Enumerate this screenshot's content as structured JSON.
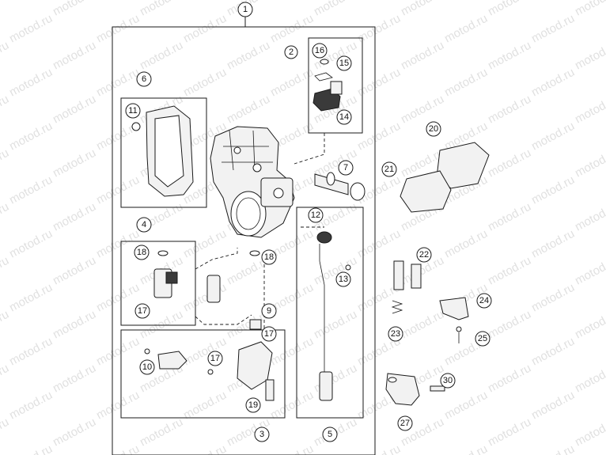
{
  "watermark": "motod.ru",
  "callouts": [
    "1",
    "2",
    "16",
    "15",
    "14",
    "6",
    "11",
    "7",
    "20",
    "21",
    "12",
    "4",
    "18",
    "18",
    "22",
    "13",
    "17",
    "9",
    "17",
    "24",
    "23",
    "25",
    "10",
    "17",
    "30",
    "19",
    "3",
    "5",
    "27"
  ]
}
